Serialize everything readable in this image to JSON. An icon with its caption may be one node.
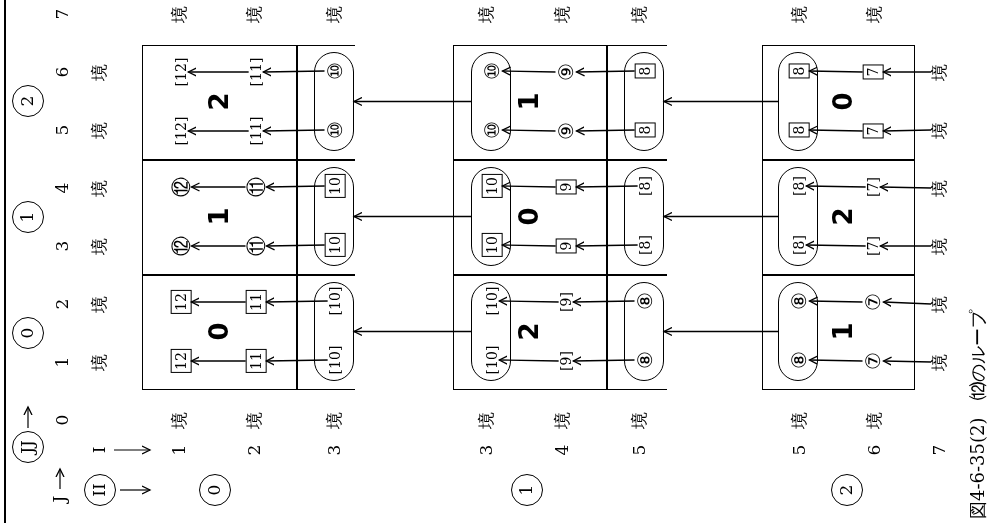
{
  "diagram": {
    "caption": "図4-6-35(2)　⑿のループ",
    "nodes": [
      {
        "text": [
          "JJ"
        ]
      },
      {
        "text": [
          "0"
        ]
      },
      {
        "text": [
          "1"
        ]
      },
      {
        "text": [
          "2"
        ]
      },
      {
        "text": [
          "II"
        ]
      },
      {
        "text": [
          "0"
        ]
      },
      {
        "text": [
          "0"
        ]
      },
      {
        "text": [
          "12"
        ],
        "in": 6
      },
      {
        "text": [
          "12"
        ],
        "in": 6
      },
      {
        "text": [
          "11"
        ],
        "in": 6
      },
      {
        "text": [
          "11"
        ],
        "in": 6
      },
      {
        "text": [
          "1"
        ]
      },
      {
        "text": [
          "⑫"
        ],
        "in": 11
      },
      {
        "text": [
          "⑫"
        ],
        "in": 11
      },
      {
        "text": [
          "⑪"
        ],
        "in": 11
      },
      {
        "text": [
          "⑪"
        ],
        "in": 11
      },
      {
        "text": [
          "2"
        ]
      },
      {
        "text": [
          "[12]"
        ],
        "in": 16
      },
      {
        "text": [
          "[12]"
        ],
        "in": 16
      },
      {
        "text": [
          "[11]"
        ],
        "in": 16
      },
      {
        "text": [
          "[11]"
        ],
        "in": 16
      },
      {
        "text": [],
        "shape": "box"
      },
      {
        "text": [],
        "shape": "capsule",
        "in": 21
      },
      {
        "text": [
          "[10]"
        ],
        "in": 22
      },
      {
        "text": [
          "[10]"
        ],
        "in": 22
      },
      {
        "text": [],
        "shape": "box"
      },
      {
        "text": [],
        "shape": "capsule",
        "in": 25
      },
      {
        "text": [
          "10"
        ],
        "in": 26
      },
      {
        "text": [
          "10"
        ],
        "in": 26
      },
      {
        "text": [],
        "shape": "box"
      },
      {
        "text": [],
        "shape": "capsule",
        "in": 29
      },
      {
        "text": [
          "⑩"
        ],
        "in": 30
      },
      {
        "text": [
          "⑩"
        ],
        "in": 30
      },
      {
        "text": [
          "1"
        ]
      },
      {
        "text": [
          "2"
        ]
      },
      {
        "text": [],
        "shape": "capsule",
        "in": 34
      },
      {
        "text": [
          "[10]"
        ],
        "in": 35
      },
      {
        "text": [
          "[10]"
        ],
        "in": 35
      },
      {
        "text": [
          "[9]"
        ],
        "in": 34
      },
      {
        "text": [
          "[9]"
        ],
        "in": 34
      },
      {
        "text": [
          "0"
        ]
      },
      {
        "text": [],
        "shape": "capsule",
        "in": 40
      },
      {
        "text": [
          "10"
        ],
        "in": 41
      },
      {
        "text": [
          "10"
        ],
        "in": 41
      },
      {
        "text": [
          "9"
        ],
        "in": 40
      },
      {
        "text": [
          "9"
        ],
        "in": 40
      },
      {
        "text": [
          "1"
        ]
      },
      {
        "text": [],
        "shape": "capsule",
        "in": 46
      },
      {
        "text": [
          "⑩"
        ],
        "in": 47
      },
      {
        "text": [
          "⑩"
        ],
        "in": 47
      },
      {
        "text": [
          "⑨"
        ],
        "in": 46
      },
      {
        "text": [
          "⑨"
        ],
        "in": 46
      },
      {
        "text": [],
        "shape": "box"
      },
      {
        "text": [],
        "shape": "capsule",
        "in": 52
      },
      {
        "text": [
          "⑧"
        ],
        "in": 53
      },
      {
        "text": [
          "⑧"
        ],
        "in": 53
      },
      {
        "text": [],
        "shape": "box"
      },
      {
        "text": [],
        "shape": "capsule",
        "in": 56
      },
      {
        "text": [
          "[8]"
        ],
        "in": 57
      },
      {
        "text": [
          "[8]"
        ],
        "in": 57
      },
      {
        "text": [],
        "shape": "box"
      },
      {
        "text": [],
        "shape": "capsule",
        "in": 60
      },
      {
        "text": [
          "8"
        ],
        "in": 61
      },
      {
        "text": [
          "8"
        ],
        "in": 61
      },
      {
        "text": [
          "2"
        ]
      },
      {
        "text": [
          "1"
        ]
      },
      {
        "text": [],
        "shape": "capsule",
        "in": 65
      },
      {
        "text": [
          "⑧"
        ],
        "in": 66
      },
      {
        "text": [
          "⑧"
        ],
        "in": 66
      },
      {
        "text": [
          "⑦"
        ],
        "in": 65
      },
      {
        "text": [
          "⑦"
        ],
        "in": 65
      },
      {
        "text": [
          "2"
        ]
      },
      {
        "text": [],
        "shape": "capsule",
        "in": 71
      },
      {
        "text": [
          "[8]"
        ],
        "in": 72
      },
      {
        "text": [
          "[8]"
        ],
        "in": 72
      },
      {
        "text": [
          "[7]"
        ],
        "in": 71
      },
      {
        "text": [
          "[7]"
        ],
        "in": 71
      },
      {
        "text": [
          "0"
        ]
      },
      {
        "text": [],
        "shape": "capsule",
        "in": 77
      },
      {
        "text": [
          "8"
        ],
        "in": 78
      },
      {
        "text": [
          "8"
        ],
        "in": 78
      },
      {
        "text": [
          "7"
        ],
        "in": 77
      },
      {
        "text": [
          "7"
        ],
        "in": 77
      },
      {
        "text": [
          "境"
        ]
      },
      {
        "text": [
          "境"
        ]
      },
      {
        "text": [
          "境"
        ]
      },
      {
        "text": [
          "境"
        ]
      },
      {
        "text": [
          "境"
        ]
      },
      {
        "text": [
          "境"
        ]
      }
    ],
    "edges": [
      {
        "from": 9,
        "to": 7,
        "arrow": "to"
      },
      {
        "from": 10,
        "to": 8,
        "arrow": "to"
      },
      {
        "from": 23,
        "to": 9,
        "arrow": "to"
      },
      {
        "from": 24,
        "to": 10,
        "arrow": "to"
      },
      {
        "from": 14,
        "to": 12,
        "arrow": "to"
      },
      {
        "from": 15,
        "to": 13,
        "arrow": "to"
      },
      {
        "from": 27,
        "to": 14,
        "arrow": "to"
      },
      {
        "from": 28,
        "to": 15,
        "arrow": "to"
      },
      {
        "from": 19,
        "to": 17,
        "arrow": "to"
      },
      {
        "from": 20,
        "to": 18,
        "arrow": "to"
      },
      {
        "from": 31,
        "to": 19,
        "arrow": "to"
      },
      {
        "from": 32,
        "to": 20,
        "arrow": "to"
      },
      {
        "from": 35,
        "to": 22,
        "arrow": "to"
      },
      {
        "from": 41,
        "to": 26,
        "arrow": "to"
      },
      {
        "from": 47,
        "to": 30,
        "arrow": "to"
      },
      {
        "from": 38,
        "to": 36,
        "arrow": "to"
      },
      {
        "from": 39,
        "to": 37,
        "arrow": "to"
      },
      {
        "from": 54,
        "to": 38,
        "arrow": "to"
      },
      {
        "from": 55,
        "to": 39,
        "arrow": "to"
      },
      {
        "from": 44,
        "to": 42,
        "arrow": "to"
      },
      {
        "from": 45,
        "to": 43,
        "arrow": "to"
      },
      {
        "from": 58,
        "to": 44,
        "arrow": "to"
      },
      {
        "from": 59,
        "to": 45,
        "arrow": "to"
      },
      {
        "from": 50,
        "to": 48,
        "arrow": "to"
      },
      {
        "from": 51,
        "to": 49,
        "arrow": "to"
      },
      {
        "from": 62,
        "to": 50,
        "arrow": "to"
      },
      {
        "from": 63,
        "to": 51,
        "arrow": "to"
      },
      {
        "from": 66,
        "to": 53,
        "arrow": "to"
      },
      {
        "from": 72,
        "to": 57,
        "arrow": "to"
      },
      {
        "from": 78,
        "to": 61,
        "arrow": "to"
      },
      {
        "from": 69,
        "to": 67,
        "arrow": "to"
      },
      {
        "from": 70,
        "to": 68,
        "arrow": "to"
      },
      {
        "from": 83,
        "to": 69,
        "arrow": "to"
      },
      {
        "from": 84,
        "to": 70,
        "arrow": "to"
      },
      {
        "from": 75,
        "to": 73,
        "arrow": "to"
      },
      {
        "from": 76,
        "to": 74,
        "arrow": "to"
      },
      {
        "from": 85,
        "to": 75,
        "arrow": "to"
      },
      {
        "from": 86,
        "to": 76,
        "arrow": "to"
      },
      {
        "from": 81,
        "to": 79,
        "arrow": "to"
      },
      {
        "from": 82,
        "to": 80,
        "arrow": "to"
      },
      {
        "from": 87,
        "to": 81,
        "arrow": "to"
      },
      {
        "from": 88,
        "to": 82,
        "arrow": "to"
      }
    ],
    "labels": [
      "J",
      "0",
      "1",
      "2",
      "3",
      "4",
      "5",
      "6",
      "7",
      "I",
      "境",
      "境",
      "境",
      "境",
      "境",
      "境",
      "1",
      "境",
      "境",
      "2",
      "境",
      "境",
      "3",
      "境",
      "境",
      "3",
      "境",
      "境",
      "4",
      "境",
      "境",
      "5",
      "境",
      "境",
      "5",
      "境",
      "境",
      "6",
      "境",
      "境",
      "7"
    ]
  }
}
